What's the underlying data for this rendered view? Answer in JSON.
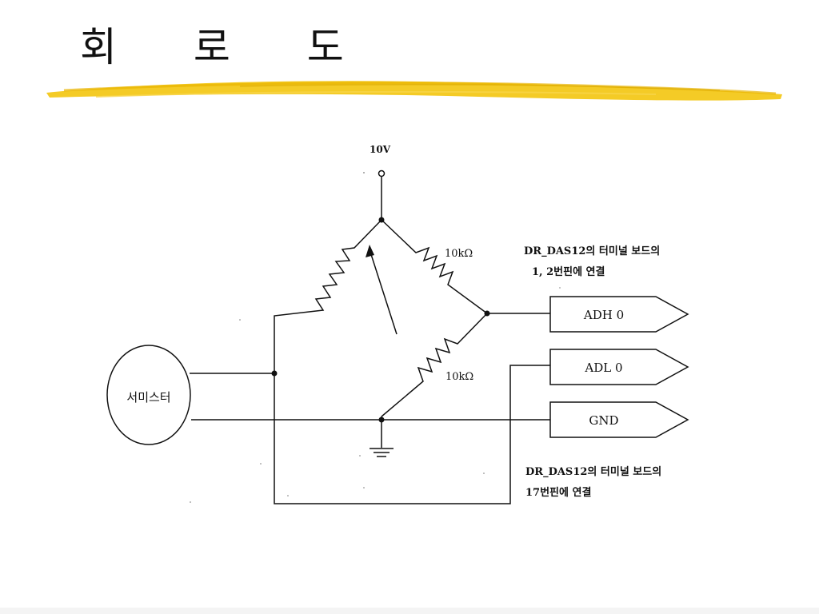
{
  "slide": {
    "title": "회 로 도"
  },
  "circuit": {
    "supply_label": "10V",
    "resistor_top_label": "10kΩ",
    "resistor_bottom_label": "10kΩ",
    "sensor_label": "서미스터",
    "terminals": {
      "adh": "ADH 0",
      "adl": "ADL 0",
      "gnd": "GND"
    },
    "note_top": {
      "line1": "DR_DAS12의 터미널 보드의",
      "line2": "1, 2번핀에 연결"
    },
    "note_bottom": {
      "line1": "DR_DAS12의 터미널 보드의",
      "line2": "17번핀에 연결"
    }
  },
  "colors": {
    "accent_stroke": "#f2c200",
    "line": "#111111"
  }
}
